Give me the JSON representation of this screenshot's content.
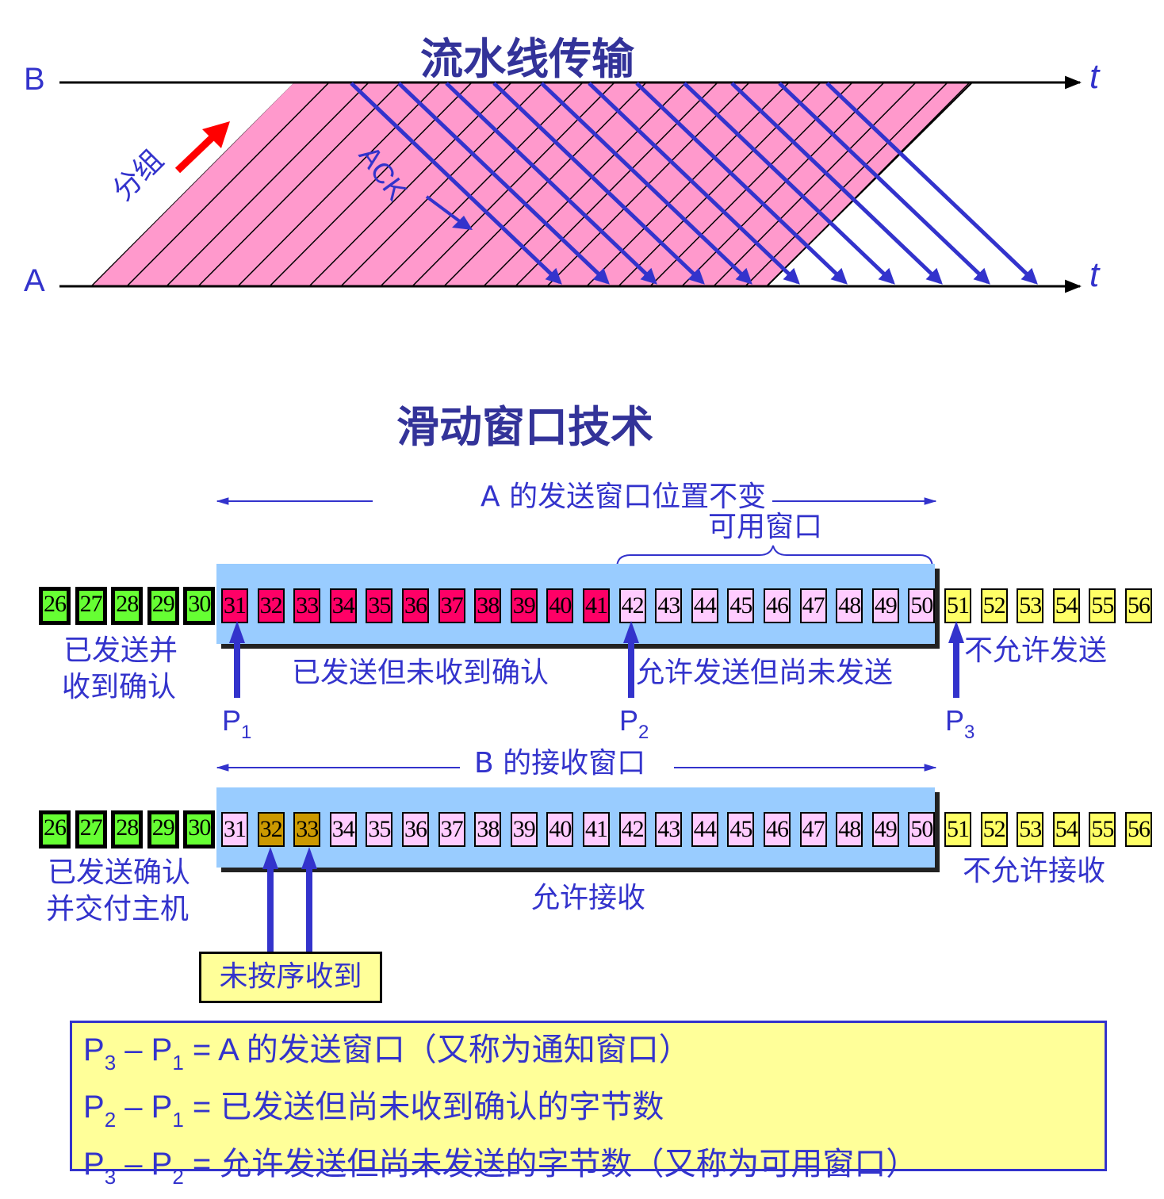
{
  "pipeline": {
    "title": "流水线传输",
    "label_b": "B",
    "label_a": "A",
    "time_label": "t",
    "packet_label": "分组",
    "ack_label": "ACK",
    "colors": {
      "band": "#ff99cc",
      "ack": "#3333cc",
      "packet_arrow": "#ff0000",
      "axis": "#000000"
    },
    "ack_count": 11
  },
  "sliding": {
    "title": "滑动窗口技术",
    "sender": {
      "span_label": "A 的发送窗口位置不变",
      "usable_label": "可用窗口",
      "cells": [
        {
          "n": "26",
          "state": "acked"
        },
        {
          "n": "27",
          "state": "acked"
        },
        {
          "n": "28",
          "state": "acked"
        },
        {
          "n": "29",
          "state": "acked"
        },
        {
          "n": "30",
          "state": "acked"
        },
        {
          "n": "31",
          "state": "sent"
        },
        {
          "n": "32",
          "state": "sent"
        },
        {
          "n": "33",
          "state": "sent"
        },
        {
          "n": "34",
          "state": "sent"
        },
        {
          "n": "35",
          "state": "sent"
        },
        {
          "n": "36",
          "state": "sent"
        },
        {
          "n": "37",
          "state": "sent"
        },
        {
          "n": "38",
          "state": "sent"
        },
        {
          "n": "39",
          "state": "sent"
        },
        {
          "n": "40",
          "state": "sent"
        },
        {
          "n": "41",
          "state": "sent"
        },
        {
          "n": "42",
          "state": "usable"
        },
        {
          "n": "43",
          "state": "usable"
        },
        {
          "n": "44",
          "state": "usable"
        },
        {
          "n": "45",
          "state": "usable"
        },
        {
          "n": "46",
          "state": "usable"
        },
        {
          "n": "47",
          "state": "usable"
        },
        {
          "n": "48",
          "state": "usable"
        },
        {
          "n": "49",
          "state": "usable"
        },
        {
          "n": "50",
          "state": "usable"
        },
        {
          "n": "51",
          "state": "blocked"
        },
        {
          "n": "52",
          "state": "blocked"
        },
        {
          "n": "53",
          "state": "blocked"
        },
        {
          "n": "54",
          "state": "blocked"
        },
        {
          "n": "55",
          "state": "blocked"
        },
        {
          "n": "56",
          "state": "blocked"
        }
      ],
      "acked_label_1": "已发送并",
      "acked_label_2": "收到确认",
      "sent_label": "已发送但未收到确认",
      "usable_desc": "允许发送但尚未发送",
      "blocked_label": "不允许发送",
      "p1": {
        "name": "P",
        "sub": "1"
      },
      "p2": {
        "name": "P",
        "sub": "2"
      },
      "p3": {
        "name": "P",
        "sub": "3"
      }
    },
    "receiver": {
      "span_label": "B 的接收窗口",
      "cells": [
        {
          "n": "26",
          "state": "acked"
        },
        {
          "n": "27",
          "state": "acked"
        },
        {
          "n": "28",
          "state": "acked"
        },
        {
          "n": "29",
          "state": "acked"
        },
        {
          "n": "30",
          "state": "acked"
        },
        {
          "n": "31",
          "state": "usable"
        },
        {
          "n": "32",
          "state": "ooo"
        },
        {
          "n": "33",
          "state": "ooo"
        },
        {
          "n": "34",
          "state": "usable"
        },
        {
          "n": "35",
          "state": "usable"
        },
        {
          "n": "36",
          "state": "usable"
        },
        {
          "n": "37",
          "state": "usable"
        },
        {
          "n": "38",
          "state": "usable"
        },
        {
          "n": "39",
          "state": "usable"
        },
        {
          "n": "40",
          "state": "usable"
        },
        {
          "n": "41",
          "state": "usable"
        },
        {
          "n": "42",
          "state": "usable"
        },
        {
          "n": "43",
          "state": "usable"
        },
        {
          "n": "44",
          "state": "usable"
        },
        {
          "n": "45",
          "state": "usable"
        },
        {
          "n": "46",
          "state": "usable"
        },
        {
          "n": "47",
          "state": "usable"
        },
        {
          "n": "48",
          "state": "usable"
        },
        {
          "n": "49",
          "state": "usable"
        },
        {
          "n": "50",
          "state": "usable"
        },
        {
          "n": "51",
          "state": "blocked"
        },
        {
          "n": "52",
          "state": "blocked"
        },
        {
          "n": "53",
          "state": "blocked"
        },
        {
          "n": "54",
          "state": "blocked"
        },
        {
          "n": "55",
          "state": "blocked"
        },
        {
          "n": "56",
          "state": "blocked"
        }
      ],
      "delivered_label_1": "已发送确认",
      "delivered_label_2": "并交付主机",
      "allowed_label": "允许接收",
      "blocked_label": "不允许接收",
      "ooo_label": "未按序收到"
    },
    "state_colors": {
      "acked": "#66ff33",
      "sent": "#ff0066",
      "usable": "#ffccff",
      "blocked": "#ffff66",
      "ooo": "#cc9900",
      "window": "#99ccff"
    }
  },
  "formulas": [
    {
      "a": "P",
      "as": "3",
      "b": "P",
      "bs": "1",
      "text": " = A 的发送窗口（又称为通知窗口）"
    },
    {
      "a": "P",
      "as": "2",
      "b": "P",
      "bs": "1",
      "text": " = 已发送但尚未收到确认的字节数"
    },
    {
      "a": "P",
      "as": "3",
      "b": "P",
      "bs": "2",
      "text": " = 允许发送但尚未发送的字节数（又称为可用窗口）"
    }
  ]
}
